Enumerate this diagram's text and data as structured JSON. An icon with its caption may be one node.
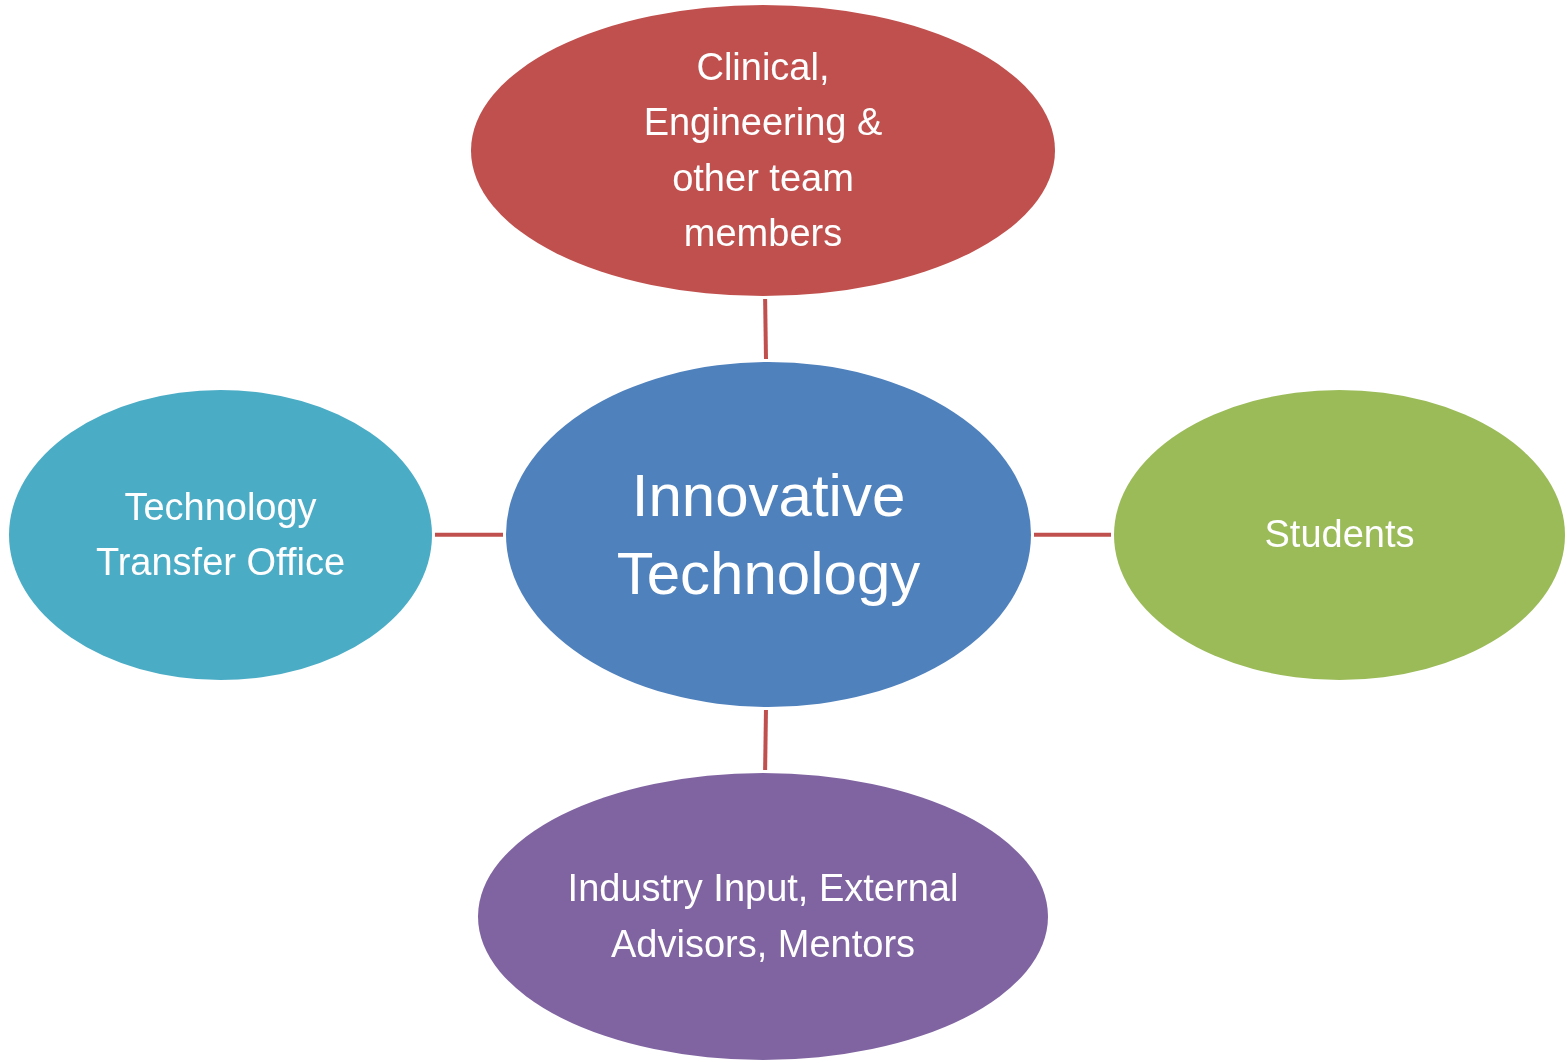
{
  "diagram": {
    "nodes": [
      {
        "text": [
          "Clinical, Engineering & other team members"
        ]
      },
      {
        "text": [
          "Technology Transfer Office"
        ]
      },
      {
        "text": [
          "Innovative Technology"
        ]
      },
      {
        "text": [
          "Students"
        ]
      },
      {
        "text": [
          "Industry Input, External Advisors, Mentors"
        ]
      }
    ],
    "edges": [
      {
        "from": 2,
        "to": 0,
        "arrow": "none"
      },
      {
        "from": 2,
        "to": 1,
        "arrow": "none"
      },
      {
        "from": 2,
        "to": 3,
        "arrow": "none"
      },
      {
        "from": 2,
        "to": 4,
        "arrow": "none"
      }
    ]
  }
}
